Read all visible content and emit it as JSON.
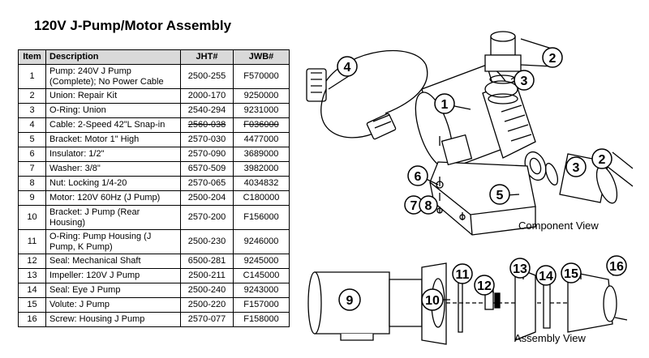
{
  "title": "120V J-Pump/Motor Assembly",
  "table": {
    "headers": {
      "item": "Item",
      "description": "Description",
      "jht": "JHT#",
      "jwb": "JWB#"
    },
    "rows": [
      {
        "item": "1",
        "description": "Pump: 240V J Pump (Complete); No Power Cable",
        "jht": "2500-255",
        "jwb": "F570000",
        "tall": true
      },
      {
        "item": "2",
        "description": "Union: Repair Kit",
        "jht": "2000-170",
        "jwb": "9250000"
      },
      {
        "item": "3",
        "description": "O-Ring: Union",
        "jht": "2540-294",
        "jwb": "9231000"
      },
      {
        "item": "4",
        "description": "Cable: 2-Speed 42\"L Snap-in",
        "jht": "2560-038",
        "jwb": "F036000",
        "strike": true
      },
      {
        "item": "5",
        "description": "Bracket: Motor 1\" High",
        "jht": "2570-030",
        "jwb": "4477000"
      },
      {
        "item": "6",
        "description": "Insulator: 1/2\"",
        "jht": "2570-090",
        "jwb": "3689000"
      },
      {
        "item": "7",
        "description": "Washer: 3/8\"",
        "jht": "6570-509",
        "jwb": "3982000"
      },
      {
        "item": "8",
        "description": "Nut: Locking 1/4-20",
        "jht": "2570-065",
        "jwb": "4034832"
      },
      {
        "item": "9",
        "description": "Motor: 120V 60Hz (J Pump)",
        "jht": "2500-204",
        "jwb": "C180000"
      },
      {
        "item": "10",
        "description": "Bracket: J Pump (Rear Housing)",
        "jht": "2570-200",
        "jwb": "F156000",
        "tall": true
      },
      {
        "item": "11",
        "description": "O-Ring: Pump Housing (J Pump, K Pump)",
        "jht": "2500-230",
        "jwb": "9246000",
        "tall": true
      },
      {
        "item": "12",
        "description": "Seal: Mechanical Shaft",
        "jht": "6500-281",
        "jwb": "9245000"
      },
      {
        "item": "13",
        "description": "Impeller: 120V J Pump",
        "jht": "2500-211",
        "jwb": "C145000"
      },
      {
        "item": "14",
        "description": "Seal: Eye J Pump",
        "jht": "2500-240",
        "jwb": "9243000"
      },
      {
        "item": "15",
        "description": "Volute: J Pump",
        "jht": "2500-220",
        "jwb": "F157000"
      },
      {
        "item": "16",
        "description": "Screw: Housing J Pump",
        "jht": "2570-077",
        "jwb": "F158000"
      }
    ]
  },
  "diagram": {
    "component_view_label": "Component View",
    "assembly_view_label": "Assembly View",
    "component_callouts": [
      "4",
      "1",
      "2",
      "3",
      "6",
      "5",
      "7",
      "8",
      "3",
      "2"
    ],
    "assembly_callouts": [
      "9",
      "10",
      "11",
      "12",
      "13",
      "14",
      "15",
      "16"
    ]
  }
}
